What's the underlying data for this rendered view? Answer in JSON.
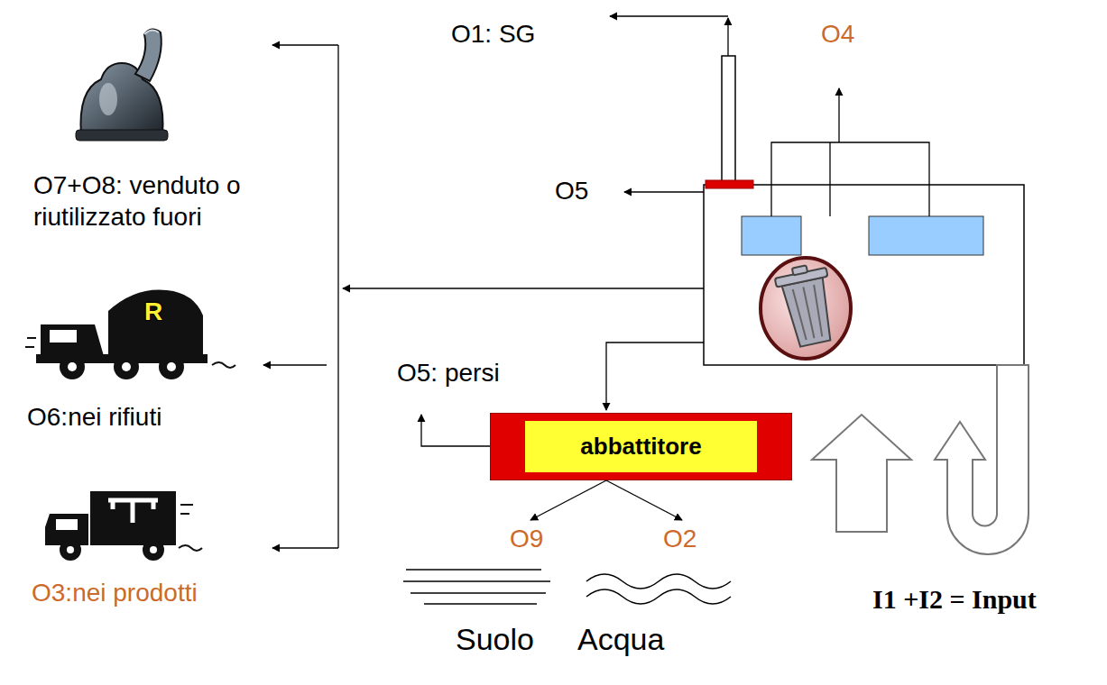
{
  "diagram": {
    "nodes": [
      {
        "text": [
          "abbattitore"
        ]
      }
    ],
    "labels": [
      "O1: SG",
      "O4",
      "O5",
      "O7+O8: venduto o riutilizzato fuori",
      "R",
      "O6:nei rifiuti",
      "O5: persi",
      "O3:nei prodotti",
      "O9",
      "O2",
      "Suolo",
      "Acqua",
      "I1 +I2 = Input"
    ]
  }
}
